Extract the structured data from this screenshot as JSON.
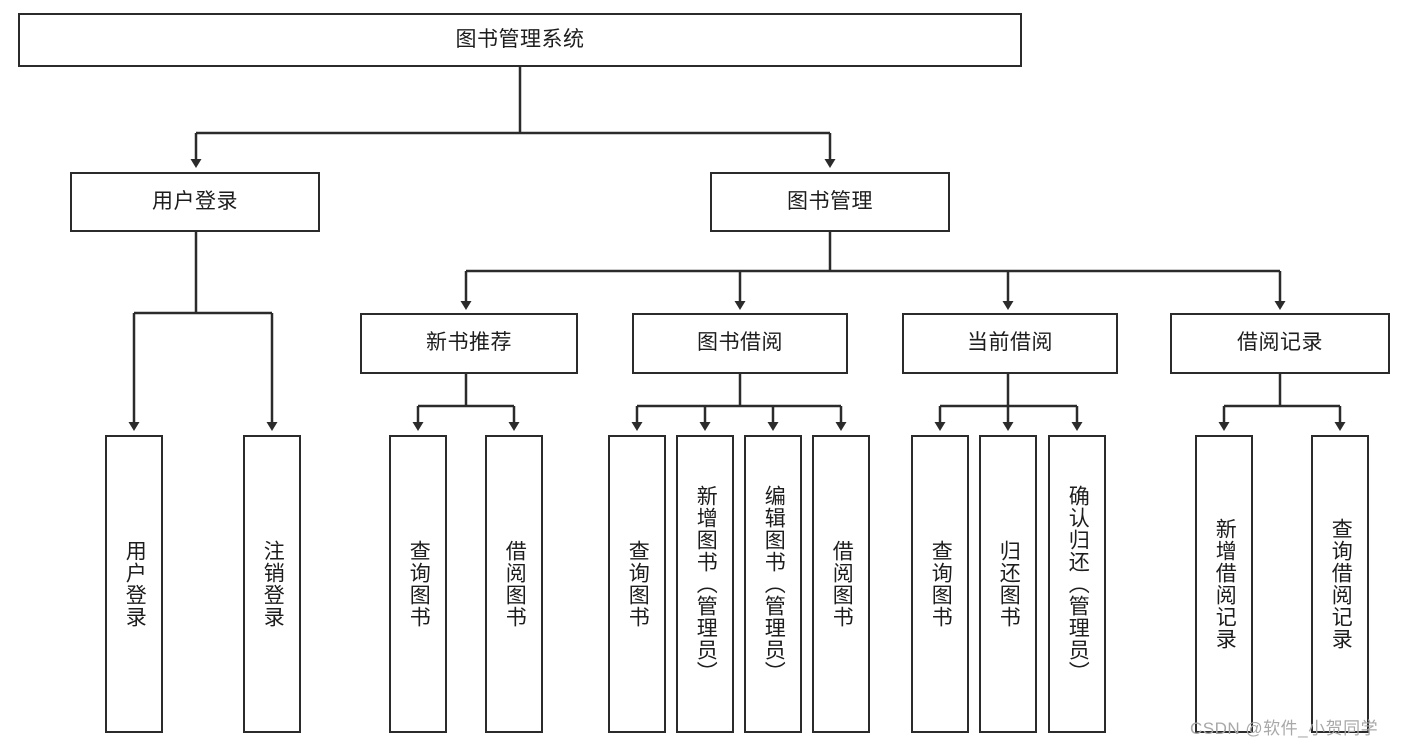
{
  "diagram": {
    "type": "tree-hierarchy",
    "orientation": "top-down",
    "root": {
      "label": "图书管理系统"
    },
    "level1": [
      {
        "label": "用户登录"
      },
      {
        "label": "图书管理"
      }
    ],
    "level2": [
      {
        "label": "新书推荐"
      },
      {
        "label": "图书借阅"
      },
      {
        "label": "当前借阅"
      },
      {
        "label": "借阅记录"
      }
    ],
    "leaves": {
      "user_login": [
        {
          "label": "用户登录"
        },
        {
          "label": "注销登录"
        }
      ],
      "new_book_recommend": [
        {
          "label": "查询图书"
        },
        {
          "label": "借阅图书"
        }
      ],
      "book_borrow": [
        {
          "label": "查询图书"
        },
        {
          "label": "新增图书（管理员）"
        },
        {
          "label": "编辑图书（管理员）"
        },
        {
          "label": "借阅图书"
        }
      ],
      "current_borrow": [
        {
          "label": "查询图书"
        },
        {
          "label": "归还图书"
        },
        {
          "label": "确认归还（管理员）"
        }
      ],
      "borrow_record": [
        {
          "label": "新增借阅记录"
        },
        {
          "label": "查询借阅记录"
        }
      ]
    }
  },
  "watermark": {
    "text": "CSDN @软件_小贺同学"
  },
  "colors": {
    "stroke": "#2b2b2b",
    "background": "#ffffff",
    "text": "#1d1d1d",
    "watermark": "#a8a8a8"
  }
}
